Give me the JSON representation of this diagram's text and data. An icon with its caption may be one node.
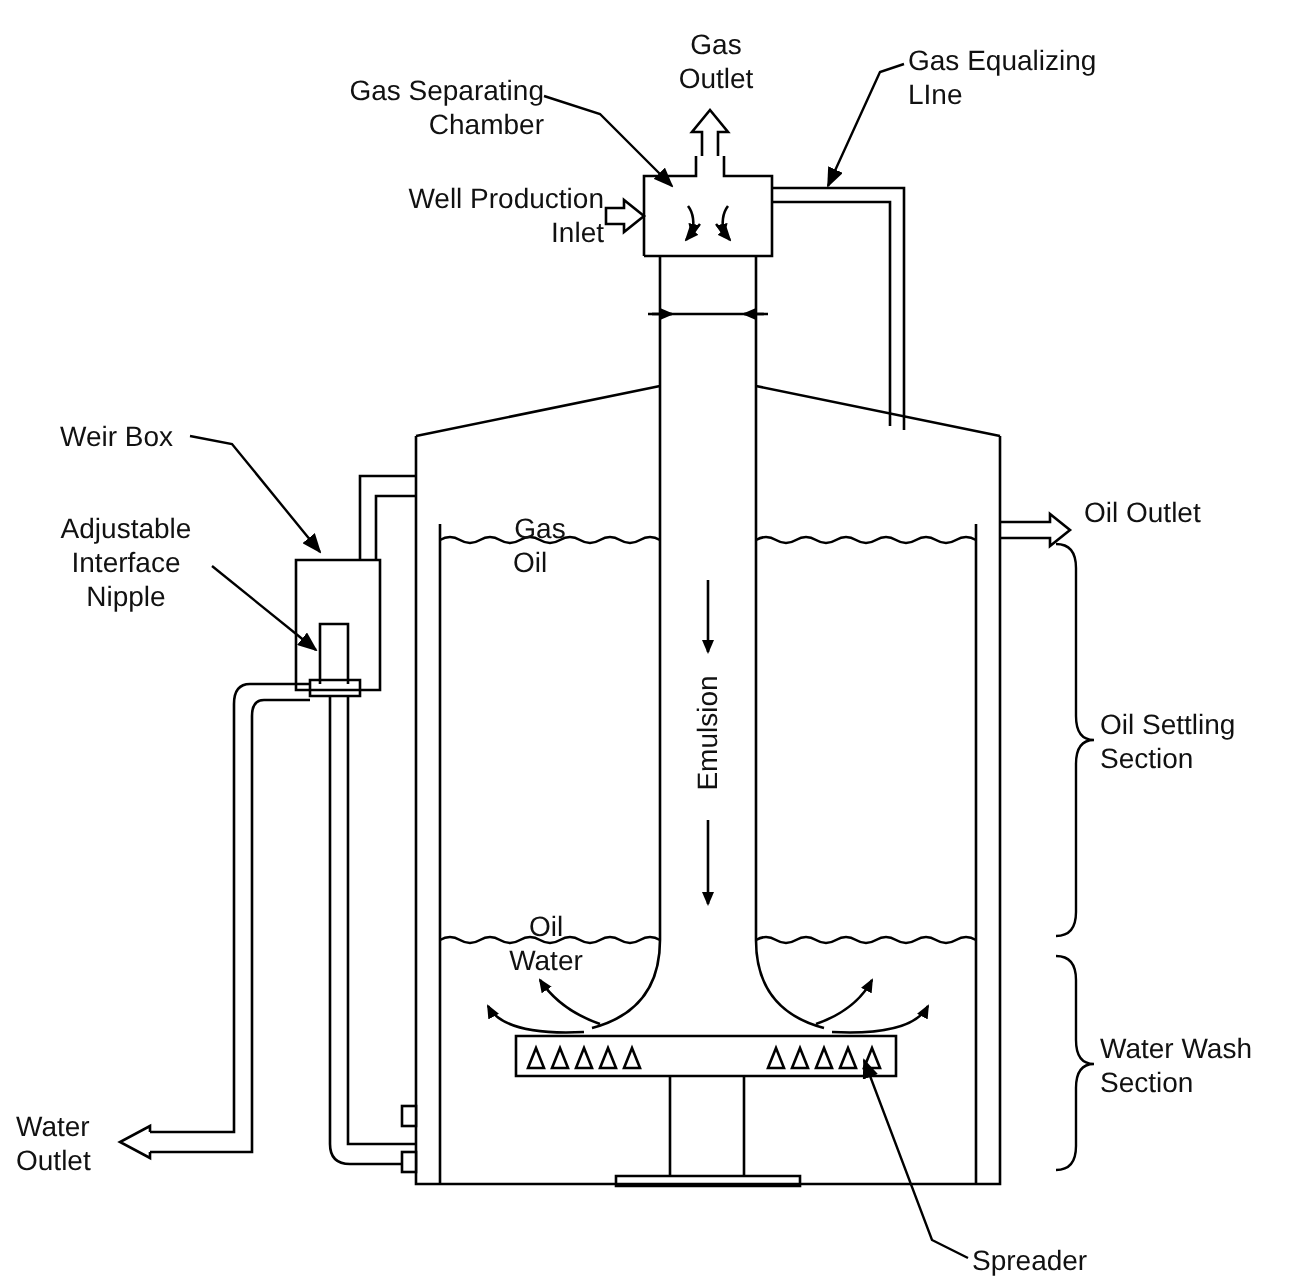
{
  "diagram": {
    "nodes": [
      {
        "text": [
          "Gas Separating Chamber"
        ]
      },
      {
        "text": [
          "Gas Equalizing LIne"
        ]
      },
      {
        "text": [
          "Weir Box"
        ]
      },
      {
        "text": [
          "Adjustable Interface Nipple"
        ]
      },
      {
        "text": [
          "Spreader"
        ]
      }
    ],
    "edges": [
      {
        "from": 0,
        "to": null,
        "arrow": "to"
      },
      {
        "from": 1,
        "to": null,
        "arrow": "to"
      },
      {
        "from": 2,
        "to": null,
        "arrow": "to"
      },
      {
        "from": 3,
        "to": null,
        "arrow": "to"
      },
      {
        "from": 4,
        "to": null,
        "arrow": "to"
      }
    ],
    "labels": [
      "Gas Outlet",
      "Well Production Inlet",
      "Gas",
      "Oil",
      "Oil Outlet",
      "Emulsion",
      "Oil Settling Section",
      "Oil",
      "Water",
      "Water Wash Section",
      "Water Outlet"
    ]
  }
}
